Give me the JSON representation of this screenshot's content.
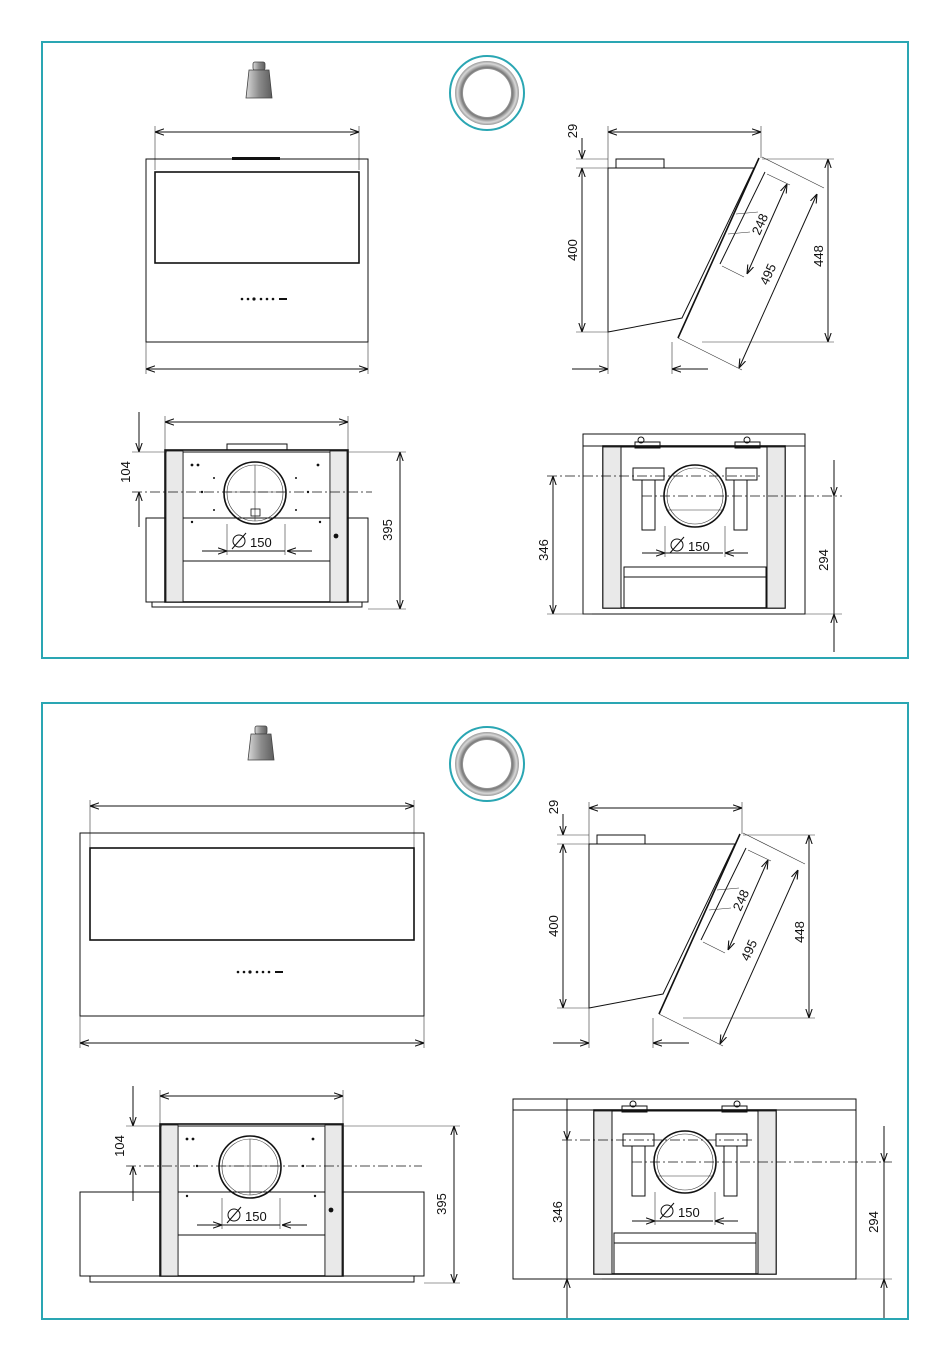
{
  "colors": {
    "frame": "#2aa6b3",
    "ring": "#2aa6b3",
    "line": "#111111"
  },
  "icons": {
    "weight": "weight-icon",
    "material": "ring-icon"
  },
  "top": {
    "side": {
      "d1": "29",
      "d2": "400",
      "d3": "248",
      "d4": "495",
      "d5": "448"
    },
    "back": {
      "h1": "104",
      "dia": "150",
      "h2": "395"
    },
    "rear": {
      "h1": "346",
      "dia": "150",
      "h2": "294"
    }
  },
  "bottom": {
    "side": {
      "d1": "29",
      "d2": "400",
      "d3": "248",
      "d4": "495",
      "d5": "448"
    },
    "back": {
      "h1": "104",
      "dia": "150",
      "h2": "395"
    },
    "rear": {
      "h1": "346",
      "dia": "150",
      "h2": "294"
    }
  }
}
